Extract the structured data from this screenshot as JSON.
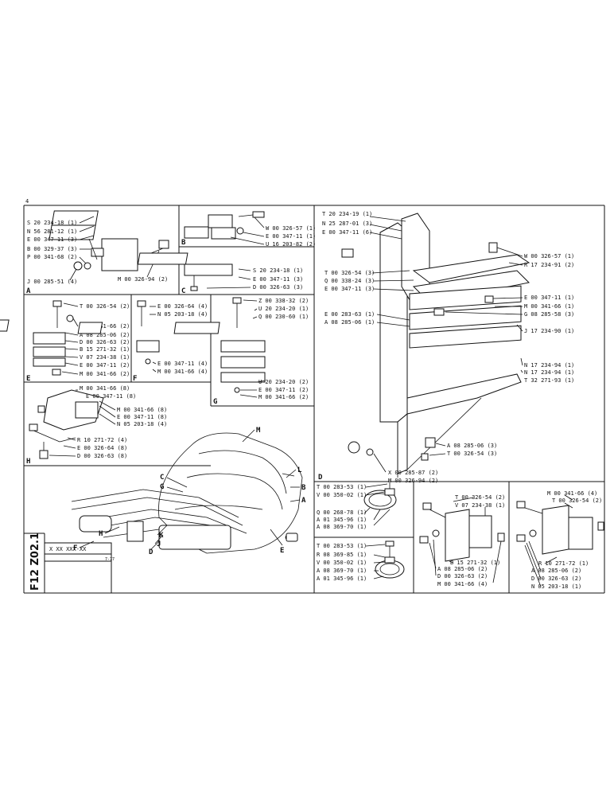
{
  "sheet": {
    "code_vertical": "F12 Z02.1",
    "rev_box": "X XX XXX-XX",
    "page_ref": "7-77",
    "corner_mark": "4"
  },
  "panel_A": {
    "letter": "A",
    "labels": [
      "S 20 234-18 (1)",
      "N 56 281-12 (1)",
      "E 00 347-11 (3)",
      "B 00 329-37 (3)",
      "P 00 341-68 (2)",
      "J 00 285-51 (4)",
      "M 00 326-94 (2)"
    ]
  },
  "panel_B": {
    "letter": "B",
    "labels": [
      "W 00 326-57 (1)",
      "E 00 347-11 (1)",
      "U 16 203-82 (2)"
    ]
  },
  "panel_C": {
    "letter": "C",
    "labels": [
      "S 20 234-18 (1)",
      "E 00 347-11 (3)",
      "D 00 326-63 (3)"
    ]
  },
  "panel_E": {
    "letter": "E",
    "labels": [
      "T 00 326-54 (2)",
      "M 00 341-66 (2)",
      "A 08 285-06 (2)",
      "D 00 326-63 (2)",
      "B 15 271-32 (1)",
      "V 07 234-38 (1)",
      "E 00 347-11 (2)",
      "M 00 341-66 (2)"
    ]
  },
  "panel_F": {
    "letter": "F",
    "labels": [
      "E 00 326-64 (4)",
      "N 05 203-18 (4)",
      "E 00 347-11 (4)",
      "M 00 341-66 (4)"
    ]
  },
  "panel_G": {
    "letter": "G",
    "labels": [
      "Z 00 338-32 (2)",
      "U 20 234-20 (1)",
      "Q 00 230-60 (1)",
      "U 20 234-20 (2)",
      "E 00 347-11 (2)",
      "M 00 341-66 (2)"
    ]
  },
  "panel_H": {
    "letter": "H",
    "labels": [
      "M 00 341-66 (8)",
      "E 00 347-11 (8)",
      "M 00 341-66 (8)",
      "E 00 347-11 (8)",
      "N 05 203-18 (4)",
      "R 10 271-72 (4)",
      "E 00 326-64 (8)",
      "D 00 326-63 (8)"
    ]
  },
  "panel_D": {
    "letter": "D",
    "labels_left": [
      "T 20 234-19 (1)",
      "N 25 287-01 (3)",
      "E 00 347-11 (6)",
      "T 00 326-54 (3)",
      "Q 00 338-24 (3)",
      "E 00 347-11 (3)",
      "E 00 283-63 (1)",
      "A 08 285-06 (1)"
    ],
    "labels_right": [
      "W 00 326-57 (1)",
      "R 17 234-91 (2)",
      "E 00 347-11 (1)",
      "M 00 341-66 (1)",
      "G 08 285-58 (3)",
      "J 17 234-90 (1)",
      "N 17 234-94 (1)",
      "N 17 234-94 (1)",
      "T 32 271-93 (1)"
    ],
    "labels_bottom": [
      "A 08 285-06 (3)",
      "T 00 326-54 (3)",
      "X 00 285-87 (2)",
      "M 00 326-94 (2)"
    ]
  },
  "overview": {
    "callouts": [
      "M",
      "L",
      "B",
      "A",
      "C",
      "G",
      "H",
      "K",
      "F",
      "J",
      "D",
      "E"
    ]
  },
  "clamp_top": {
    "labels": [
      "T 00 283-53 (1)",
      "V 00 350-02 (1)",
      "Q 00 268-78 (1)",
      "A 01 345-96 (1)",
      "A 08 369-70 (1)"
    ]
  },
  "clamp_bottom": {
    "labels": [
      "T 00 283-53 (1)",
      "R 08 369-85 (1)",
      "V 00 350-02 (1)",
      "A 08 369-70 (1)",
      "A 01 345-96 (1)"
    ]
  },
  "bracket_mid": {
    "labels": [
      "T 00 326-54 (2)",
      "V 07 234-38 (1)",
      "B 15 271-32 (1)",
      "A 08 285-06 (2)",
      "D 00 326-63 (2)",
      "M 00 341-66 (4)"
    ]
  },
  "bracket_right": {
    "labels": [
      "M 00 341-66 (4)",
      "T 00 326-54 (2)",
      "R 10 271-72 (1)",
      "A 08 285-06 (2)",
      "D 00 326-63 (2)",
      "N 05 203-18 (1)"
    ]
  }
}
